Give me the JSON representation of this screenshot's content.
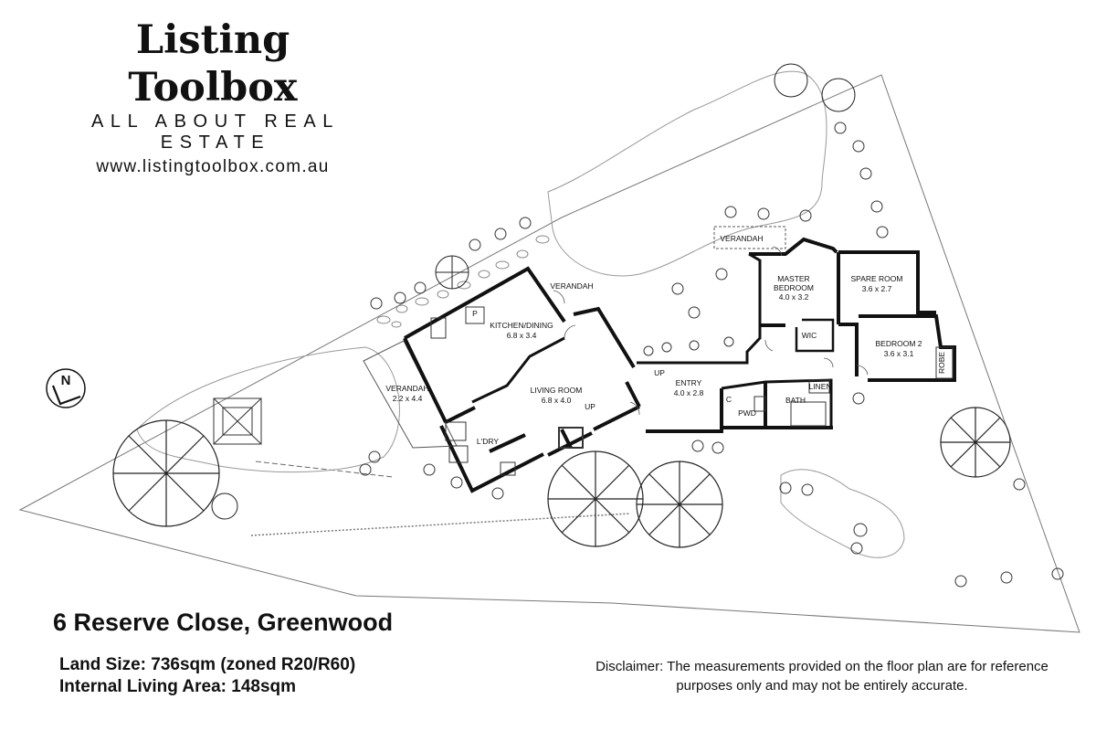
{
  "brand": {
    "name": "Listing Toolbox",
    "tagline": "ALL ABOUT REAL ESTATE",
    "url": "www.listingtoolbox.com.au"
  },
  "property": {
    "address": "6 Reserve Close, Greenwood",
    "land_size": "Land Size: 736sqm (zoned R20/R60)",
    "internal_area": "Internal Living Area: 148sqm"
  },
  "disclaimer": "Disclaimer: The measurements provided on the floor plan are for reference purposes only and may not be entirely accurate.",
  "compass": {
    "label": "N"
  },
  "rooms": {
    "verandah_top": {
      "name": "VERANDAH"
    },
    "master_bedroom": {
      "name_line1": "MASTER",
      "name_line2": "BEDROOM",
      "size": "4.0 x 3.2"
    },
    "spare_room": {
      "name": "SPARE ROOM",
      "size": "3.6 x 2.7"
    },
    "wic": {
      "name": "WIC"
    },
    "bedroom2": {
      "name": "BEDROOM 2",
      "size": "3.6 x 3.1"
    },
    "robe": {
      "name": "ROBE"
    },
    "kitchen_dining": {
      "name": "KITCHEN/DINING",
      "size": "6.8 x 3.4"
    },
    "verandah_small": {
      "name": "VERANDAH"
    },
    "verandah_left": {
      "name": "VERANDAH",
      "size": "2.2 x 4.4"
    },
    "living_room": {
      "name": "LIVING ROOM",
      "size": "6.8 x 4.0"
    },
    "entry": {
      "name": "ENTRY",
      "size": "4.0 x 2.8"
    },
    "laundry": {
      "name": "L'DRY"
    },
    "pwd": {
      "name": "PWD"
    },
    "bath": {
      "name": "BATH"
    },
    "linen": {
      "name": "LINEN"
    },
    "cupboard": {
      "name": "C"
    },
    "pantry": {
      "name": "P"
    },
    "up_entry": {
      "name": "UP"
    },
    "up_living": {
      "name": "UP"
    }
  }
}
